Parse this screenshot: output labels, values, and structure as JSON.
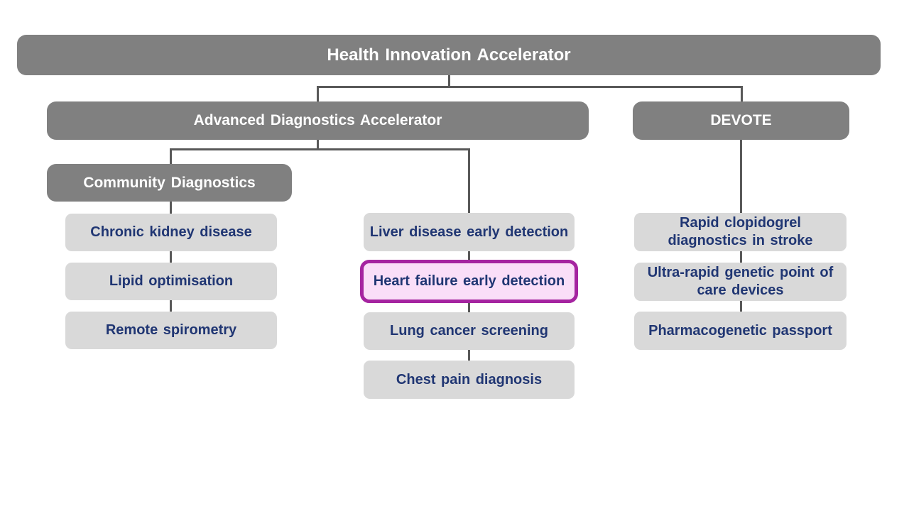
{
  "org_chart": {
    "title": "Health Innovation Accelerator",
    "programs": [
      {
        "label": "Advanced Diagnostics Accelerator"
      },
      {
        "label": "DEVOTE"
      }
    ],
    "subprogram": {
      "label": "Community Diagnostics"
    },
    "community_projects": [
      "Chronic kidney disease",
      "Lipid optimisation",
      "Remote spirometry"
    ],
    "diagnostics_projects": [
      "Liver disease early detection",
      "Heart failure early detection",
      "Lung cancer screening",
      "Chest pain diagnosis"
    ],
    "devote_projects": [
      "Rapid clopidogrel diagnostics in stroke",
      "Ultra-rapid genetic point of care devices",
      "Pharmacogenetic passport"
    ],
    "highlighted_project": "Heart failure early detection",
    "colors": {
      "program_box": "#808080",
      "project_box": "#d9d9d9",
      "project_text": "#203673",
      "highlight_border": "#a524a0",
      "highlight_fill": "#fadef8",
      "connector": "#595959",
      "program_text": "#ffffff"
    }
  }
}
